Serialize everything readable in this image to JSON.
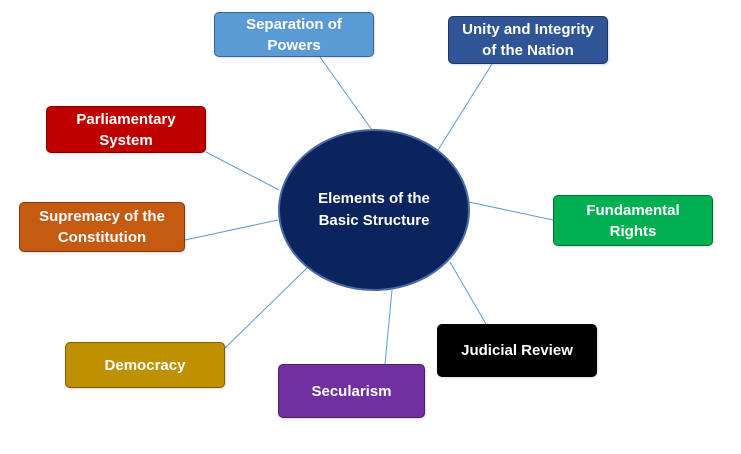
{
  "center": {
    "label": "Elements of the\nBasic Structure",
    "color": "#0b245e"
  },
  "nodes": [
    {
      "id": "separation",
      "label": "Separation of\nPowers",
      "color": "#5b9bd5"
    },
    {
      "id": "unity",
      "label": "Unity and Integrity\nof the Nation",
      "color": "#2f5597"
    },
    {
      "id": "parliament",
      "label": "Parliamentary\nSystem",
      "color": "#c00000"
    },
    {
      "id": "fundamental",
      "label": "Fundamental\nRights",
      "color": "#00b050"
    },
    {
      "id": "supremacy",
      "label": "Supremacy of the\nConstitution",
      "color": "#c55a11"
    },
    {
      "id": "judicial",
      "label": "Judicial Review",
      "color": "#000000"
    },
    {
      "id": "democracy",
      "label": "Democracy",
      "color": "#bf9000"
    },
    {
      "id": "secularism",
      "label": "Secularism",
      "color": "#7030a0"
    }
  ],
  "connector_color": "#5b9bd5"
}
